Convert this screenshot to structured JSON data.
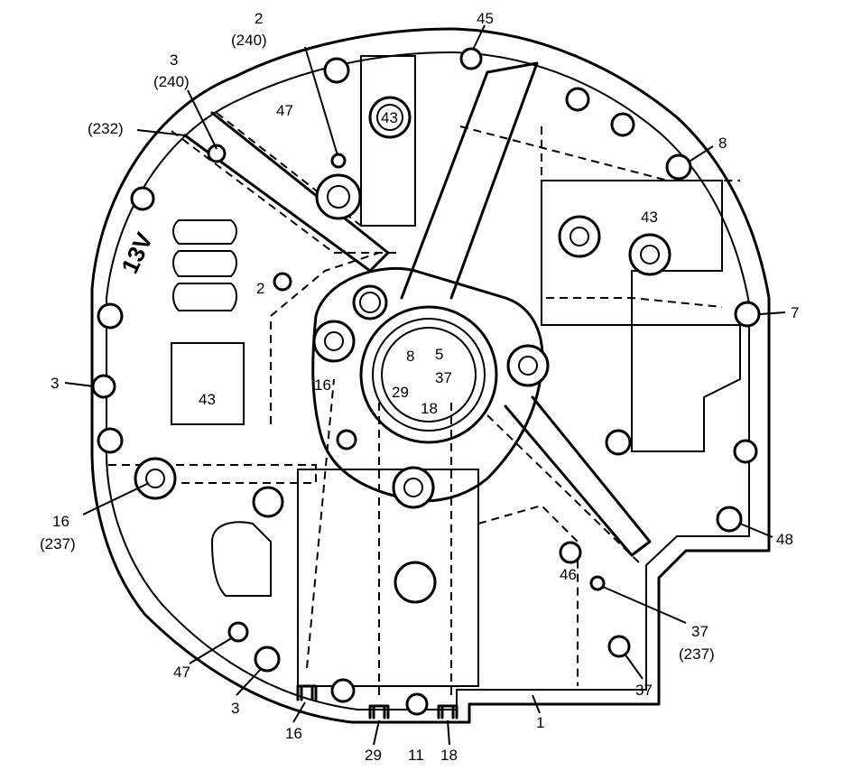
{
  "part_marking": "13V",
  "callouts": {
    "c45": "45",
    "c2_top": "2",
    "c240_top": "(240)",
    "c3_top": "3",
    "c240_left": "(240)",
    "c232": "(232)",
    "c47_top": "47",
    "c43_top": "43",
    "c8_right": "8",
    "c43_right": "43",
    "c7": "7",
    "c2_mid": "2",
    "c16_mid": "16",
    "c43_left": "43",
    "c3_left": "3",
    "c16_bottom_left": "16",
    "c237_left": "(237)",
    "c48": "48",
    "c46": "46",
    "c37_right": "37",
    "c237_right": "(237)",
    "c37_bottom": "37",
    "c47_bottom": "47",
    "c3_bottom": "3",
    "c16_bottom": "16",
    "c29_bottom": "29",
    "c11": "11",
    "c18_bottom": "18",
    "c1": "1"
  },
  "center_ports": {
    "p8": "8",
    "p5": "5",
    "p37": "37",
    "p29": "29",
    "p18": "18"
  }
}
